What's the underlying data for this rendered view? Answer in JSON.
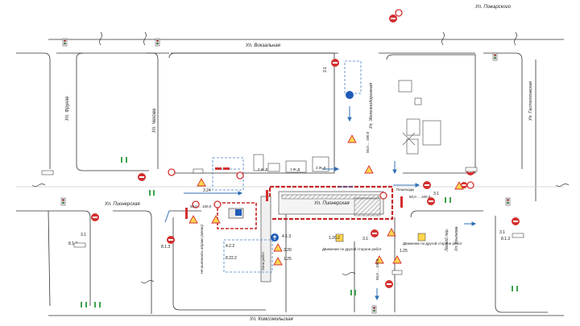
{
  "streets": {
    "top_right": "Ул. Пожарского",
    "top": "Ул. Вокзальная",
    "bottom": "Ул. Комсомольская",
    "left_vertical": "Ул. Фрунзе",
    "chekhov": "Ул. Чехова",
    "pioneer_left": "Ул. Пионерская",
    "pioneer_center": "Ул. Пионерская",
    "zheleznodorozhnaya": "Ул. Железнодорожная",
    "right_vertical": "Ул. Гастелловская",
    "ulyanov": "Ул. Ульянова",
    "lesnoy": "Лесной пер."
  },
  "annotations": {
    "not_allowed_left": "Не выезжать вправо (влево)",
    "detour_note_1": "Движение по другой стороне работ",
    "detour_note_2": "Движение по другой стороне работ",
    "pedestrian_note": "Пешеходы",
    "work_zone": "Зона работ"
  },
  "distances": {
    "d1": "50,0 ... 100,0",
    "d2": "50,0 ... 100,0",
    "d3": "50,0 ... 100,0",
    "d4": "50,0 ... 100,0"
  },
  "sign_codes": {
    "s1": "3.1",
    "s2": "3.1",
    "s3": "3.1",
    "s4": "3.1",
    "s5": "4.1.3",
    "s6": "4.2.2",
    "s7": "8.22.2",
    "s8": "1.25",
    "s9": "1.25",
    "s10": "3.20",
    "s11": "8.1.3",
    "s12": "8.1.3",
    "s13": "3.24",
    "s14": "1.20.2",
    "s15": "3.1",
    "s16": "8.1.3"
  },
  "legend_marks": {
    "m1": "2 Ж.Д",
    "m2": "1 Ж.Д",
    "m3": "3 Ж.Д"
  }
}
